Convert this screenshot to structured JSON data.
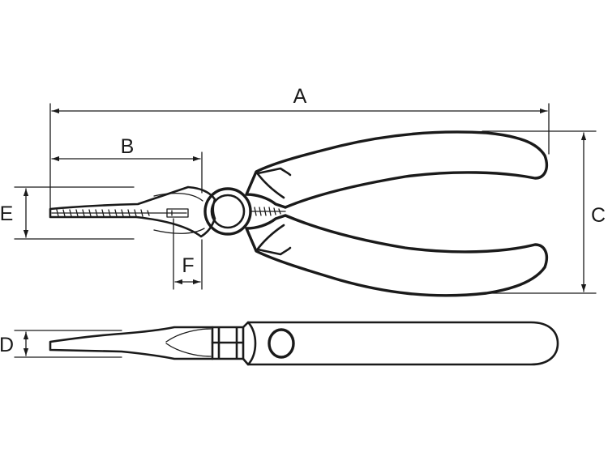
{
  "dimensions": {
    "a": "A",
    "b": "B",
    "c": "C",
    "d": "D",
    "e": "E",
    "f": "F"
  },
  "colors": {
    "ink": "#1a1a1a",
    "background": "#ffffff"
  }
}
